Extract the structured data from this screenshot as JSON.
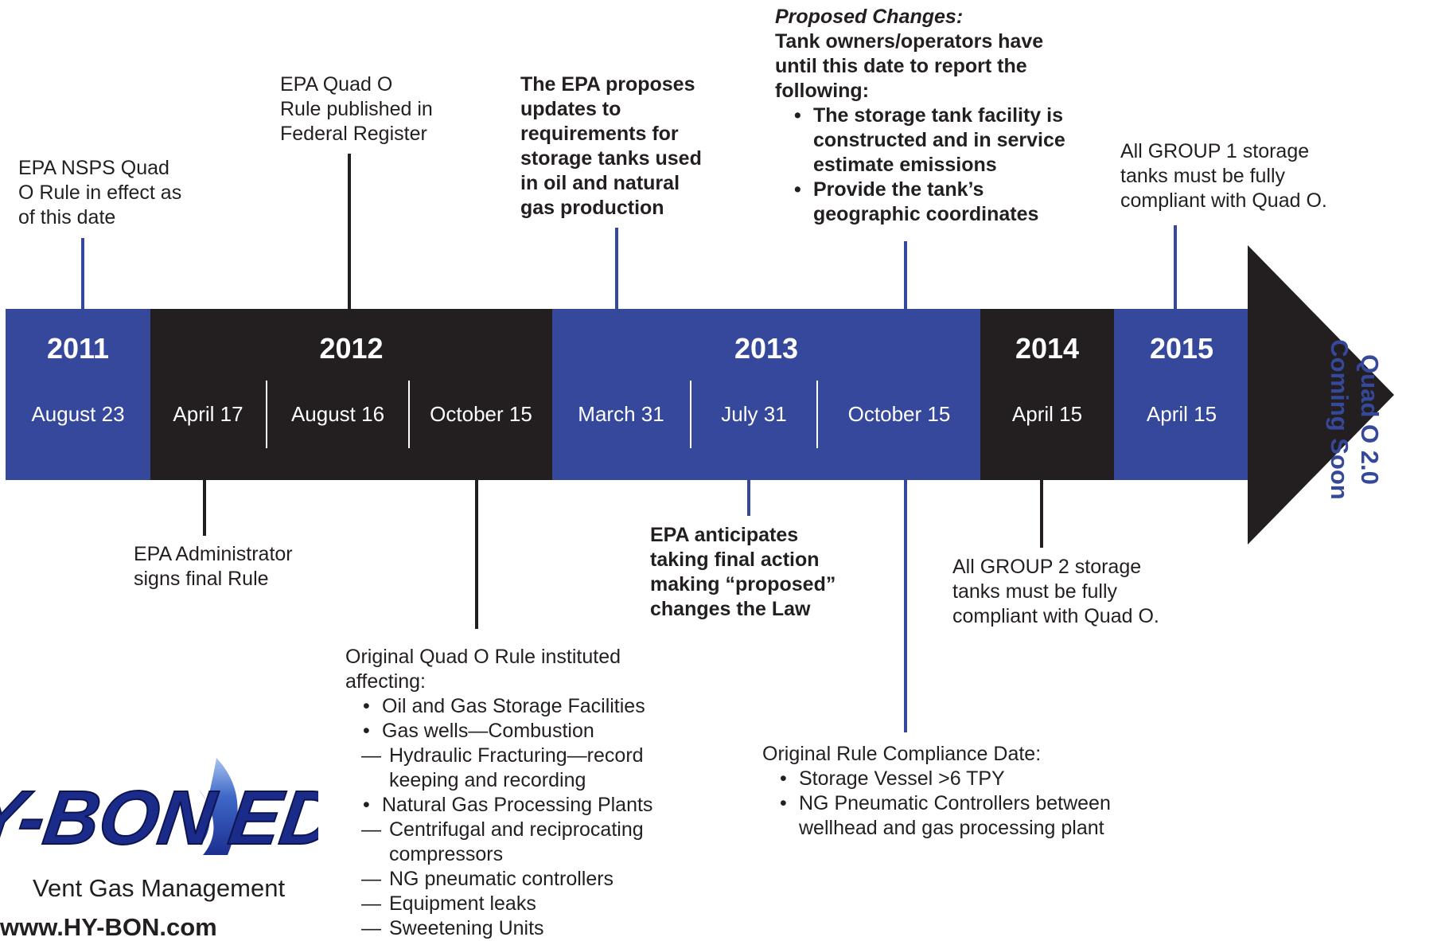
{
  "colors": {
    "blue": "#36489b",
    "black": "#231f20",
    "white": "#ffffff"
  },
  "timeline": {
    "years": [
      "2011",
      "2012",
      "2013",
      "2014",
      "2015"
    ],
    "dates": [
      "August 23",
      "April 17",
      "August 16",
      "October 15",
      "March 31",
      "July 31",
      "October 15",
      "April 15",
      "April 15"
    ],
    "arrow_label_line1": "Quad O 2.0",
    "arrow_label_line2": "Coming Soon"
  },
  "callouts": {
    "aug23_2011": [
      "EPA NSPS Quad",
      "O Rule in effect as",
      "of this date"
    ],
    "aug16_2012": [
      "EPA Quad O",
      "Rule published in",
      "Federal Register"
    ],
    "mar31_2013": [
      "The EPA proposes",
      "updates to",
      "requirements for",
      "storage tanks used",
      "in oil and natural",
      "gas production"
    ],
    "oct15_2013_top": {
      "heading": "Proposed Changes:",
      "lines": [
        "Tank owners/operators have",
        "until this date to report the",
        "following:"
      ],
      "bullets": [
        [
          "The storage tank facility is",
          "constructed and in service",
          "estimate emissions"
        ],
        [
          "Provide the tank’s",
          "geographic coordinates"
        ]
      ]
    },
    "apr15_2015": [
      "All GROUP 1 storage",
      "tanks must be fully",
      "compliant with Quad O."
    ],
    "apr17_2012": [
      "EPA Administrator",
      "signs final Rule"
    ],
    "oct15_2012": {
      "lines": [
        "Original Quad O Rule instituted",
        "affecting:"
      ],
      "items": [
        {
          "type": "bullet",
          "text": "Oil and Gas Storage Facilities"
        },
        {
          "type": "bullet",
          "text": "Gas wells—Combustion"
        },
        {
          "type": "dash",
          "text": "Hydraulic Fracturing—record keeping and recording"
        },
        {
          "type": "bullet",
          "text": "Natural Gas Processing Plants"
        },
        {
          "type": "dash",
          "text": "Centrifugal and reciprocating compressors"
        },
        {
          "type": "dash",
          "text": "NG pneumatic controllers"
        },
        {
          "type": "dash",
          "text": "Equipment leaks"
        },
        {
          "type": "dash",
          "text": "Sweetening Units"
        }
      ]
    },
    "jul31_2013": [
      "EPA anticipates",
      "taking final action",
      "making “proposed”",
      "changes the Law"
    ],
    "oct15_2013_bottom": {
      "heading": "Original Rule Compliance Date:",
      "bullets": [
        [
          "Storage Vessel >6 TPY"
        ],
        [
          "NG Pneumatic Controllers between",
          "wellhead and gas processing plant"
        ]
      ]
    },
    "apr15_2014": [
      "All GROUP 2 storage",
      "tanks must be fully",
      "compliant with Quad O."
    ]
  },
  "logo": {
    "brand": "Y-BON EDI",
    "tagline": "Vent Gas Management",
    "url": "www.HY-BON.com"
  }
}
